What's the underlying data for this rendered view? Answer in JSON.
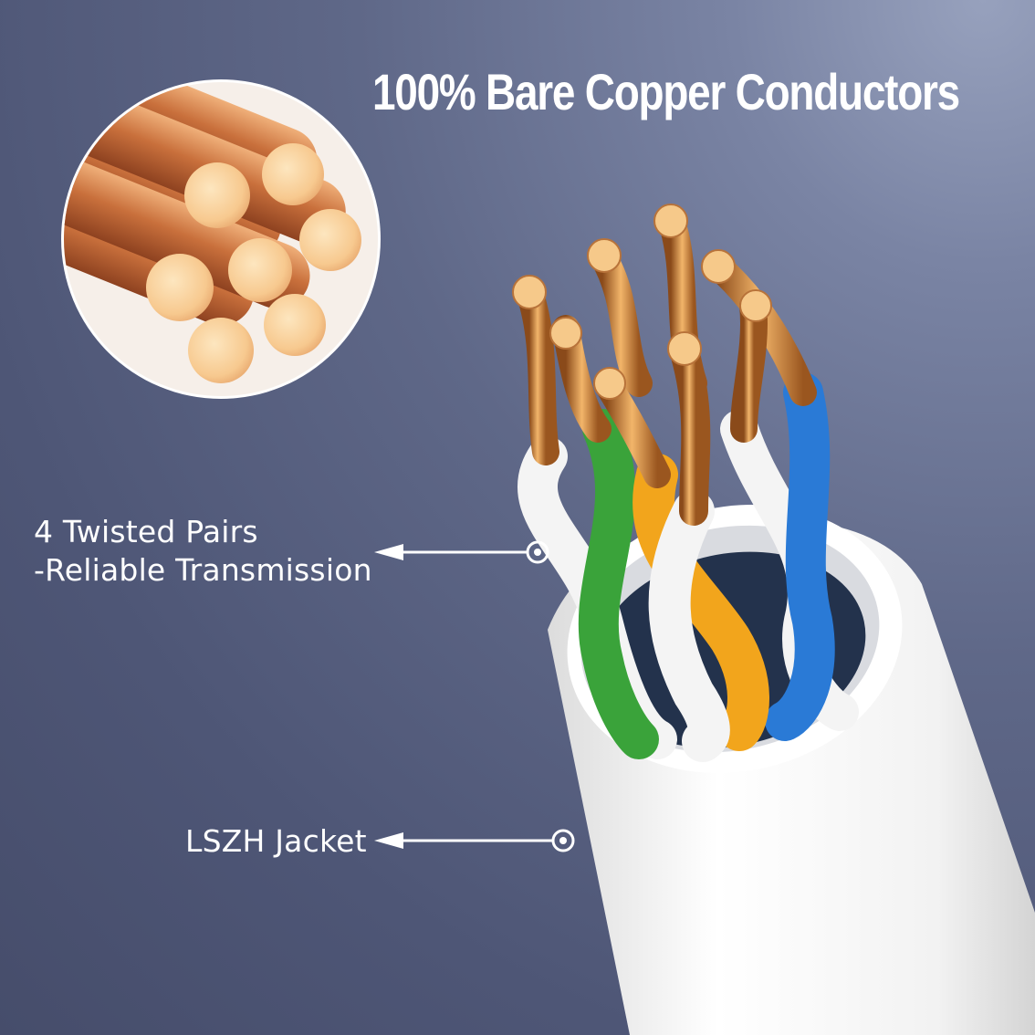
{
  "headline": "100% Bare Copper Conductors",
  "callouts": {
    "pairs": {
      "line1": "4 Twisted Pairs",
      "line2": "-Reliable Transmission"
    },
    "jacket": "LSZH Jacket"
  },
  "colors": {
    "copper": "#d98a4e",
    "green": "#3aa33a",
    "blue": "#2a7ad6",
    "orange": "#f2a51c",
    "jacket": "#f4f4f4"
  }
}
